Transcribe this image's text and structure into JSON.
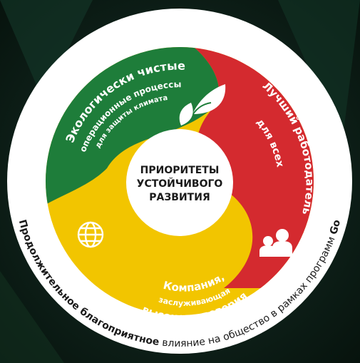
{
  "center": {
    "line1": "ПРИОРИТЕТЫ",
    "line2": "УСТОЙЧИВОГО",
    "line3": "РАЗВИТИЯ"
  },
  "segments": {
    "green": {
      "line1": "Экологически чистые",
      "line2": "операционные процессы",
      "line3": "для защиты климата",
      "icon": "leaf-icon",
      "color": "#1e7d3a"
    },
    "red": {
      "line1": "Лучший работодатель",
      "line2": "для всех",
      "icon": "people-icon",
      "color": "#d42a2f"
    },
    "yellow": {
      "line1": "Компания,",
      "line2": "заслуживающая",
      "line3": "высокого доверия",
      "icon": "globe-icon",
      "color": "#f2c500"
    }
  },
  "outer_ring": {
    "part1": "Продолжительное ",
    "part2": "благоприятное",
    "part3": " влияние на общество в рамках программ ",
    "part4": "Go"
  },
  "colors": {
    "background": "#0d1f17",
    "ring": "#ffffff",
    "text_dark": "#1a1a1a",
    "text_light": "#ffffff"
  }
}
